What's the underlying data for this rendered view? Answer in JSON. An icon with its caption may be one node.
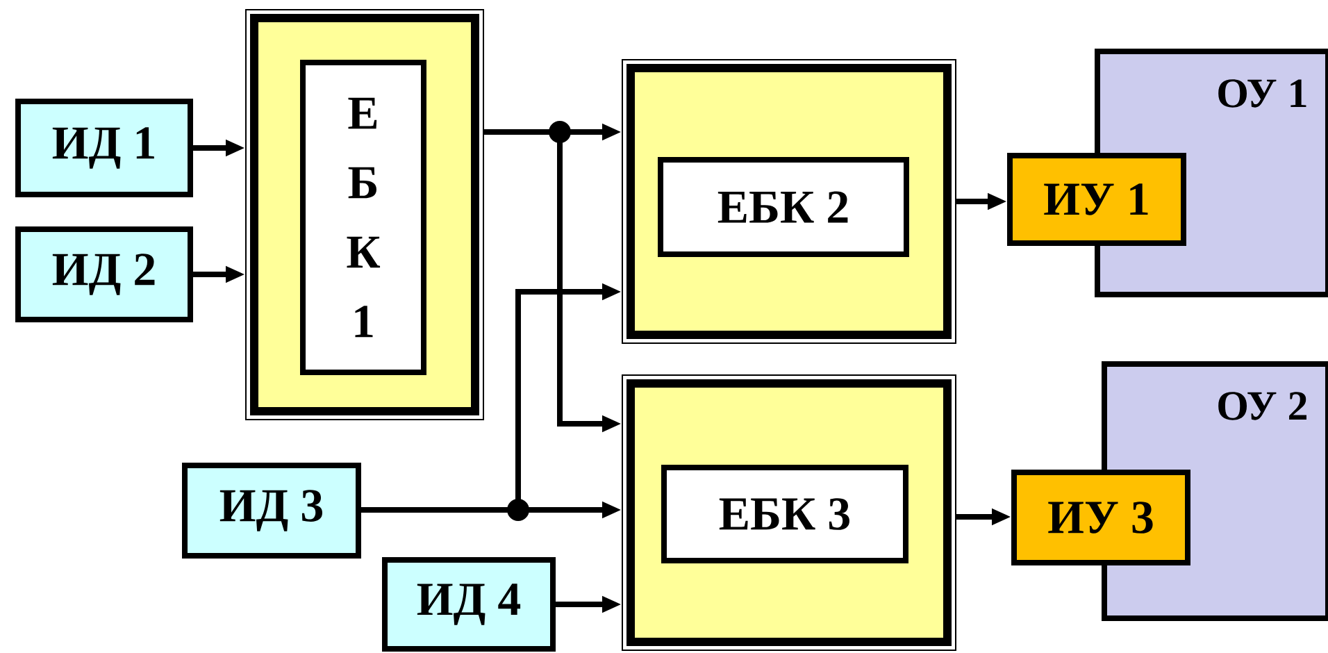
{
  "diagram": {
    "nodes": [
      {
        "text": [
          "ИД 1"
        ]
      },
      {
        "text": [
          "ИД 2"
        ]
      },
      {
        "text": [],
        "shape": "box"
      },
      {
        "text": [
          "Е Б К 1"
        ],
        "in": 2
      },
      {
        "text": [
          "ИД 3"
        ]
      },
      {
        "text": [
          "ИД 4"
        ]
      },
      {
        "text": [],
        "shape": "box"
      },
      {
        "text": [
          "ЕБК 2"
        ],
        "in": 6
      },
      {
        "text": [],
        "shape": "box"
      },
      {
        "text": [
          "ЕБК 3"
        ],
        "in": 8
      },
      {
        "text": [
          "ОУ 1"
        ]
      },
      {
        "text": [
          "ИУ 1"
        ]
      },
      {
        "text": [
          "ОУ 2"
        ]
      },
      {
        "text": [
          "ИУ 3"
        ]
      }
    ],
    "edges": [
      {
        "from": 0,
        "to": 2,
        "arrow": "to"
      },
      {
        "from": 1,
        "to": 2,
        "arrow": "to"
      },
      {
        "from": 2,
        "to": 6,
        "arrow": "to"
      },
      {
        "from": 2,
        "to": 8,
        "arrow": "to"
      },
      {
        "from": 4,
        "to": 6,
        "arrow": "to"
      },
      {
        "from": 4,
        "to": 8,
        "arrow": "to"
      },
      {
        "from": 5,
        "to": 8,
        "arrow": "to"
      },
      {
        "from": 6,
        "to": 11,
        "arrow": "to"
      },
      {
        "from": 8,
        "to": 13,
        "arrow": "to"
      }
    ]
  }
}
